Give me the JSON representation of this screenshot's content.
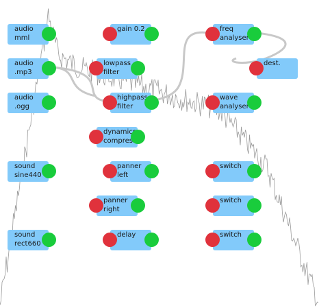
{
  "colors": {
    "node_fill": "#82cafa",
    "input_port": "#e0323c",
    "output_port": "#19cc3c",
    "connection": "#c8c8c8",
    "waveform": "#9a9a9a",
    "background": "#ffffff"
  },
  "nodes": [
    {
      "id": "audio-mml",
      "label": "audio\nmml",
      "ports": {
        "in": false,
        "out": true
      }
    },
    {
      "id": "audio-mp3",
      "label": "audio\n.mp3",
      "ports": {
        "in": false,
        "out": true
      }
    },
    {
      "id": "audio-ogg",
      "label": "audio\n.ogg",
      "ports": {
        "in": false,
        "out": true
      }
    },
    {
      "id": "sound-sine440",
      "label": "sound\nsine440",
      "ports": {
        "in": false,
        "out": true
      }
    },
    {
      "id": "sound-rect660",
      "label": "sound\nrect660",
      "ports": {
        "in": false,
        "out": true
      }
    },
    {
      "id": "gain",
      "label": "gain 0.2",
      "ports": {
        "in": true,
        "out": true
      }
    },
    {
      "id": "lowpass-filter",
      "label": "lowpass\nfilter",
      "ports": {
        "in": true,
        "out": true
      }
    },
    {
      "id": "highpass-filter",
      "label": "highpass\nfilter",
      "ports": {
        "in": true,
        "out": true
      }
    },
    {
      "id": "dynamics-compressor",
      "label": "dynamics\ncompressor",
      "ports": {
        "in": true,
        "out": true
      }
    },
    {
      "id": "panner-left",
      "label": "panner\nleft",
      "ports": {
        "in": true,
        "out": true
      }
    },
    {
      "id": "panner-right",
      "label": "panner\nright",
      "ports": {
        "in": true,
        "out": true
      }
    },
    {
      "id": "delay",
      "label": "delay",
      "ports": {
        "in": true,
        "out": true
      }
    },
    {
      "id": "freq-analyser",
      "label": "freq\nanalyser",
      "ports": {
        "in": true,
        "out": true
      }
    },
    {
      "id": "dest",
      "label": "dest.",
      "ports": {
        "in": true,
        "out": false
      }
    },
    {
      "id": "wave-analyser",
      "label": "wave\nanalyser",
      "ports": {
        "in": true,
        "out": true
      }
    },
    {
      "id": "switch-1",
      "label": "switch",
      "ports": {
        "in": true,
        "out": true
      }
    },
    {
      "id": "switch-2",
      "label": "switch",
      "ports": {
        "in": true,
        "out": true
      }
    },
    {
      "id": "switch-3",
      "label": "switch",
      "ports": {
        "in": true,
        "out": true
      }
    }
  ],
  "connections": [
    {
      "from": "audio-mp3",
      "to": "highpass-filter"
    },
    {
      "from": "highpass-filter",
      "to": "freq-analyser"
    },
    {
      "from": "freq-analyser",
      "to": "dest"
    }
  ]
}
